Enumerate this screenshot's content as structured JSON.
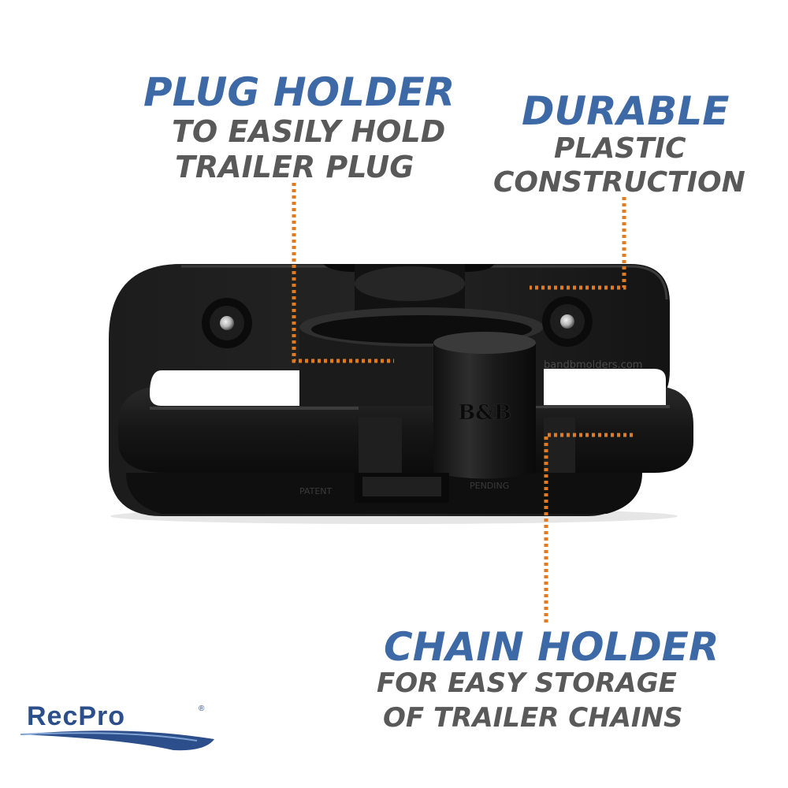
{
  "callouts": {
    "plug_holder": {
      "title": "PLUG HOLDER",
      "line1": "TO EASILY HOLD",
      "line2": "TRAILER PLUG"
    },
    "durable": {
      "title": "DURABLE",
      "line1": "PLASTIC",
      "line2": "CONSTRUCTION"
    },
    "chain_holder": {
      "title": "CHAIN HOLDER",
      "line1": "FOR EASY STORAGE",
      "line2": "OF TRAILER CHAINS"
    }
  },
  "product": {
    "website": "bandbmolders.com",
    "emboss_logo": "B&B",
    "emboss_left": "PATENT",
    "emboss_right": "PENDING"
  },
  "brand": {
    "name_part1": "Rec",
    "name_part2": "Pro",
    "registered": "®"
  },
  "colors": {
    "heading_blue": "#3d6aa6",
    "subtext_gray": "#595959",
    "leader_orange": "#e07b1e",
    "product_black": "#161616"
  }
}
